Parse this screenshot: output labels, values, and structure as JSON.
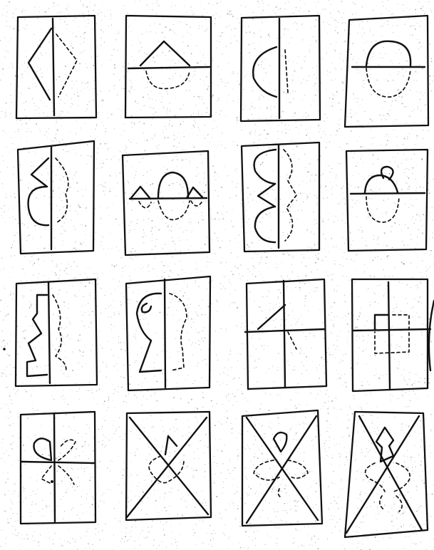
{
  "page": {
    "background": "#ffffff",
    "ink": "#111111",
    "speckle": "#8a8a8a"
  },
  "sheet": {
    "description_rows": 4,
    "description_cols": 4,
    "panels": [
      {
        "id": "r1c1"
      },
      {
        "id": "r1c2"
      },
      {
        "id": "r1c3"
      },
      {
        "id": "r1c4"
      },
      {
        "id": "r2c1"
      },
      {
        "id": "r2c2"
      },
      {
        "id": "r2c3"
      },
      {
        "id": "r2c4"
      },
      {
        "id": "r3c1"
      },
      {
        "id": "r3c2"
      },
      {
        "id": "r3c3"
      },
      {
        "id": "r3c4"
      },
      {
        "id": "r4c1"
      },
      {
        "id": "r4c2"
      },
      {
        "id": "r4c3"
      },
      {
        "id": "r4c4"
      }
    ]
  }
}
